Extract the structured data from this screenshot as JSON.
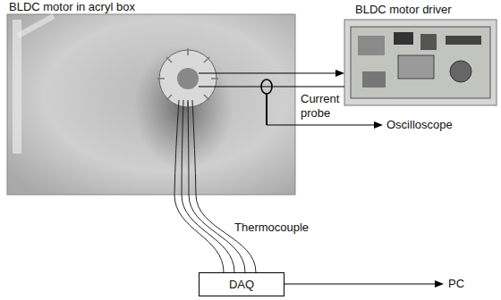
{
  "diagram": {
    "nodes": [
      {
        "text": [
          "BLDC motor in acryl box"
        ]
      },
      {
        "text": [
          "BLDC motor driver"
        ]
      },
      {
        "text": [
          "DAQ"
        ]
      }
    ],
    "edges": [
      {
        "from": 0,
        "to": 1,
        "arrow": "to"
      },
      {
        "from": 0,
        "to": 1,
        "arrow": "none"
      },
      {
        "from": 0,
        "to": 2,
        "arrow": "none"
      }
    ],
    "labels": [
      "Current probe",
      "Oscilloscope",
      "Thermocouple",
      "PC"
    ]
  }
}
